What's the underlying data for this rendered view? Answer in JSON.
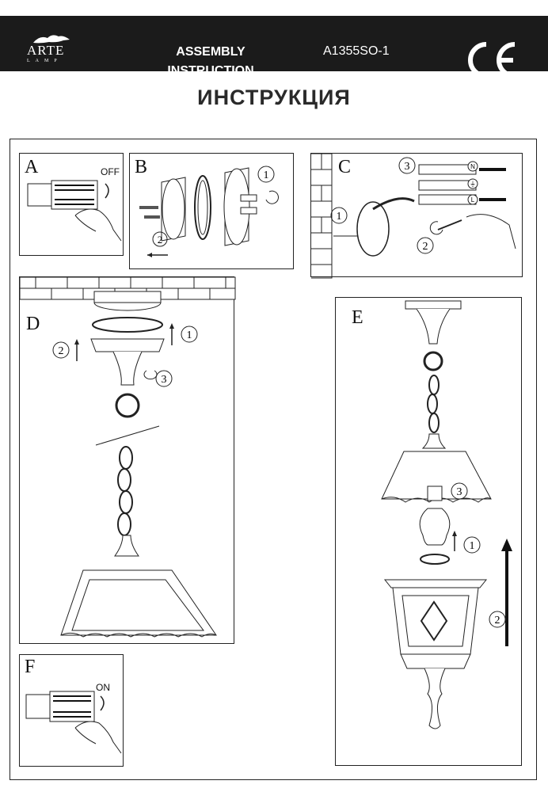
{
  "header": {
    "logo_text": "ARTE",
    "logo_sub": "LAMP",
    "title_line1": "ASSEMBLY",
    "title_line2": "INSTRUCTION",
    "model": "A1355SO-1",
    "mark": "CE"
  },
  "title": "ИНСТРУКЦИЯ",
  "panels": {
    "a": {
      "label": "A",
      "note": "OFF"
    },
    "b": {
      "label": "B",
      "steps": [
        "1",
        "2"
      ]
    },
    "c": {
      "label": "C",
      "steps": [
        "1",
        "2",
        "3"
      ],
      "terminals": [
        "N",
        "⏚",
        "L"
      ]
    },
    "d": {
      "label": "D",
      "steps": [
        "1",
        "2",
        "3"
      ]
    },
    "e": {
      "label": "E",
      "steps": [
        "1",
        "2",
        "3"
      ]
    },
    "f": {
      "label": "F",
      "note": "ON"
    }
  },
  "colors": {
    "header_bg": "#1b1b1b",
    "line": "#222222"
  }
}
